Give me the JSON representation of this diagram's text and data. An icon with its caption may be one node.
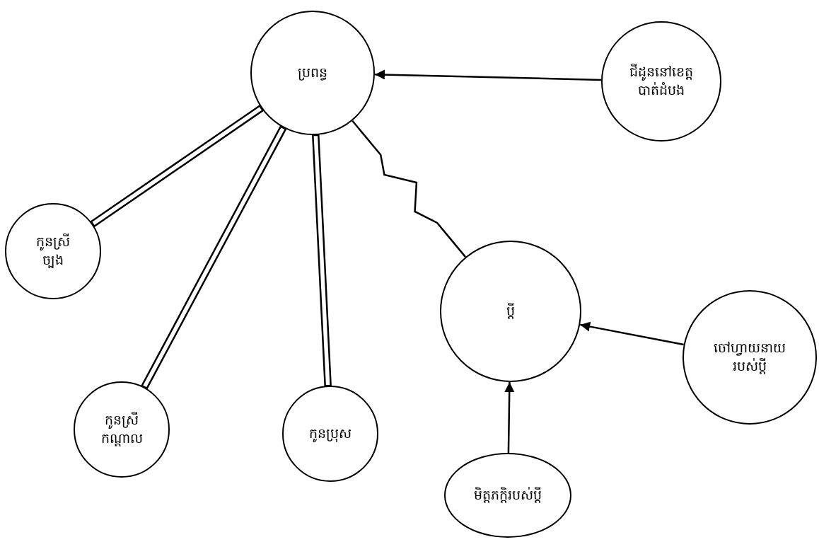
{
  "diagram": {
    "nodes": [
      {
        "text": [
          "ប្រពន្ធ"
        ]
      },
      {
        "text": [
          "ជីដូននៅខេត្តបាត់ដំបង"
        ]
      },
      {
        "text": [
          "កូនស្រីច្បង"
        ]
      },
      {
        "text": [
          "កូនស្រីកណ្តាល"
        ]
      },
      {
        "text": [
          "កូនប្រុស"
        ]
      },
      {
        "text": [
          "ប្តី"
        ]
      },
      {
        "text": [
          "ចៅហ្វាយនាយរបស់ប្តី"
        ]
      },
      {
        "text": [
          "មិត្តភក្តិរបស់ប្តី"
        ]
      }
    ],
    "edges": [
      {
        "from": 1,
        "to": 0,
        "arrow": "to"
      },
      {
        "from": 0,
        "to": 2,
        "arrow": "none"
      },
      {
        "from": 0,
        "to": 3,
        "arrow": "none"
      },
      {
        "from": 0,
        "to": 4,
        "arrow": "none"
      },
      {
        "from": 0,
        "to": 5,
        "arrow": "none"
      },
      {
        "from": 6,
        "to": 5,
        "arrow": "to"
      },
      {
        "from": 7,
        "to": 5,
        "arrow": "to"
      }
    ]
  }
}
